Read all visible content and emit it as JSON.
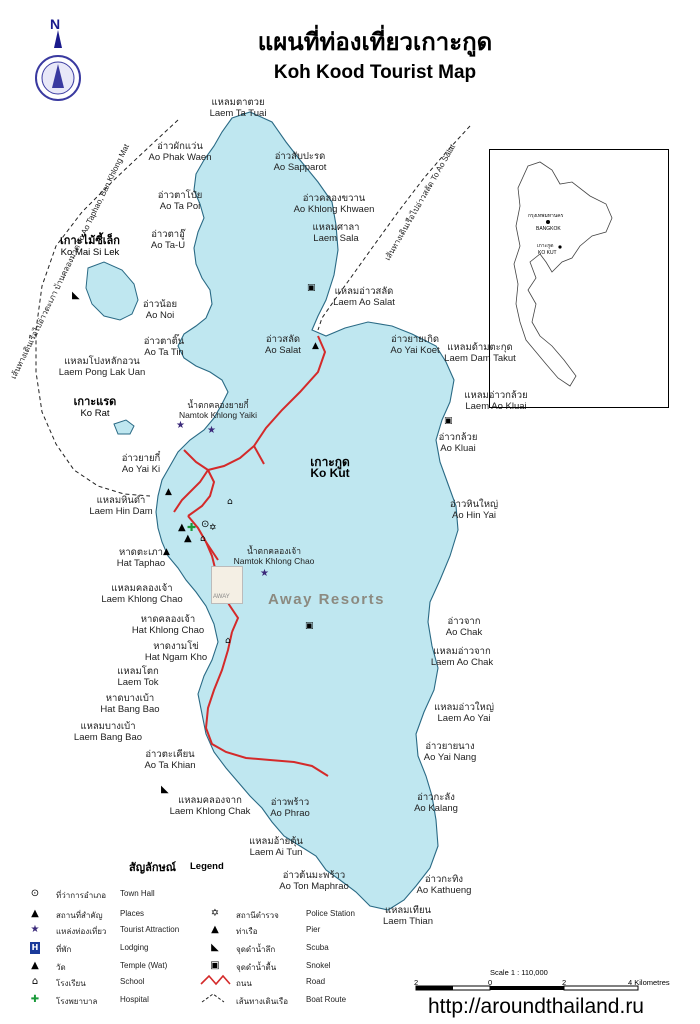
{
  "header": {
    "title_th": "แผนที่ท่องเที่ยวเกาะกูด",
    "title_en": "Koh Kood Tourist Map"
  },
  "compass": {
    "north_label": "N",
    "icon": "compass-emblem-icon"
  },
  "colors": {
    "sea": "#ffffff",
    "land": "#bfe7f0",
    "coast": "#2a6a85",
    "road": "#d42a2a",
    "boat_route": "#222222"
  },
  "islands": [
    {
      "th": "เกาะกูด",
      "en": "Ko Kut"
    },
    {
      "th": "เกาะไม้ซี้เล็ก",
      "en": "Ko Mai Si Lek"
    },
    {
      "th": "เกาะแรด",
      "en": "Ko Rat"
    }
  ],
  "places_left": [
    {
      "th": "แหลมตาตวย",
      "en": "Laem Ta Tuai"
    },
    {
      "th": "อ่าวผักแว่น",
      "en": "Ao Phak Waen"
    },
    {
      "th": "อ่าวตาโป๋ย",
      "en": "Ao Ta Poi"
    },
    {
      "th": "อ่าวตาอู๊",
      "en": "Ao Ta-U"
    },
    {
      "th": "อ่าวน้อย",
      "en": "Ao Noi"
    },
    {
      "th": "อ่าวตาติ๊น",
      "en": "Ao Ta Tin"
    },
    {
      "th": "แหลมโปงหลักอวน",
      "en": "Laem Pong Lak Uan"
    },
    {
      "th": "อ่าวยายกี๋",
      "en": "Ao Yai Ki"
    },
    {
      "th": "แหลมหินดำ",
      "en": "Laem Hin Dam"
    },
    {
      "th": "หาดตะเภา",
      "en": "Hat Taphao"
    },
    {
      "th": "แหลมคลองเจ้า",
      "en": "Laem Khlong Chao"
    },
    {
      "th": "หาดคลองเจ้า",
      "en": "Hat Khlong Chao"
    },
    {
      "th": "หาดงามโข่",
      "en": "Hat Ngam Kho"
    },
    {
      "th": "แหลมโตก",
      "en": "Laem Tok"
    },
    {
      "th": "หาดบางเบ้า",
      "en": "Hat Bang Bao"
    },
    {
      "th": "แหลมบางเบ้า",
      "en": "Laem Bang Bao"
    },
    {
      "th": "อ่าวตะเคียน",
      "en": "Ao Ta Khian"
    },
    {
      "th": "แหลมคลองจาก",
      "en": "Laem Khlong Chak"
    },
    {
      "th": "อ่าวพร้าว",
      "en": "Ao Phrao"
    },
    {
      "th": "แหลมอ้ายตุ้น",
      "en": "Laem Ai Tun"
    },
    {
      "th": "อ่าวต้นมะพร้าว",
      "en": "Ao Ton Maphrao"
    }
  ],
  "places_right": [
    {
      "th": "อ่าวสับปะรด",
      "en": "Ao Sapparot"
    },
    {
      "th": "อ่าวคลองขวาน",
      "en": "Ao Khlong Khwaen"
    },
    {
      "th": "แหลมศาลา",
      "en": "Laem Sala"
    },
    {
      "th": "แหลมอ่าวสลัด",
      "en": "Laem Ao Salat"
    },
    {
      "th": "อ่าวสลัด",
      "en": "Ao Salat"
    },
    {
      "th": "อ่าวยายเกิด",
      "en": "Ao Yai Koet"
    },
    {
      "th": "แหลมด้ามตะกุด",
      "en": "Laem Dam Takut"
    },
    {
      "th": "แหลมอ่าวกล้วย",
      "en": "Laem Ao Kluai"
    },
    {
      "th": "อ่าวกล้วย",
      "en": "Ao Kluai"
    },
    {
      "th": "อ่าวหินใหญ่",
      "en": "Ao Hin Yai"
    },
    {
      "th": "อ่าวจาก",
      "en": "Ao Chak"
    },
    {
      "th": "แหลมอ่าวจาก",
      "en": "Laem Ao Chak"
    },
    {
      "th": "แหลมอ่าวใหญ่",
      "en": "Laem Ao Yai"
    },
    {
      "th": "อ่าวยายนาง",
      "en": "Ao Yai Nang"
    },
    {
      "th": "อ่าวกะลัง",
      "en": "Ao Kalang"
    },
    {
      "th": "อ่าวกะทิง",
      "en": "Ao Kathueng"
    },
    {
      "th": "แหลมเทียน",
      "en": "Laem Thian"
    }
  ],
  "waterfalls": [
    {
      "th": "น้ำตกคลองยายกี๋",
      "en": "Namtok Khlong Yaiki"
    },
    {
      "th": "น้ำตกคลองเจ้า",
      "en": "Namtok Khlong Chao"
    }
  ],
  "resort": {
    "name": "Away Resorts",
    "logo_text": "AWAY"
  },
  "routes": {
    "left": "เส้นทางเดินเรือไปอ่าวตะเภา บ้านคลองมาด  To Ao Taphao, Ban Khlong Mat",
    "right": "เส้นทางเดินเรือไปอ่าวสลัด To Ao Salat"
  },
  "inset": {
    "bangkok_th": "กรุงเทพมหานคร",
    "bangkok_en": "BANGKOK",
    "kokut_th": "เกาะกูด",
    "kokut_en": "KO KUT"
  },
  "legend": {
    "title_th": "สัญลักษณ์",
    "title_en": "Legend",
    "left": [
      {
        "icon": "town-hall-icon",
        "glyph": "⊙",
        "color": "#000000",
        "th": "ที่ว่าการอำเภอ",
        "en": "Town Hall"
      },
      {
        "icon": "place-icon",
        "glyph": "▲",
        "color": "#000000",
        "th": "สถานที่สำคัญ",
        "en": "Places"
      },
      {
        "icon": "tourist-attraction-icon",
        "glyph": "★",
        "color": "#3b2a7a",
        "th": "แหล่งท่องเที่ยว",
        "en": "Tourist Attraction"
      },
      {
        "icon": "lodging-icon",
        "glyph": "H",
        "color": "#1a3a9a",
        "th": "ที่พัก",
        "en": "Lodging"
      },
      {
        "icon": "temple-icon",
        "glyph": "▲",
        "color": "#000000",
        "th": "วัด",
        "en": "Temple (Wat)"
      },
      {
        "icon": "school-icon",
        "glyph": "⌂",
        "color": "#000000",
        "th": "โรงเรียน",
        "en": "School"
      },
      {
        "icon": "hospital-icon",
        "glyph": "✚",
        "color": "#1a9a3a",
        "th": "โรงพยาบาล",
        "en": "Hospital"
      }
    ],
    "right": [
      {
        "icon": "police-station-icon",
        "glyph": "✡",
        "color": "#000000",
        "th": "สถานีตำรวจ",
        "en": "Police Station"
      },
      {
        "icon": "pier-icon",
        "glyph": "▲",
        "color": "#000000",
        "th": "ท่าเรือ",
        "en": "Pier"
      },
      {
        "icon": "scuba-icon",
        "glyph": "◣",
        "color": "#000000",
        "th": "จุดดำน้ำลึก",
        "en": "Scuba"
      },
      {
        "icon": "snorkel-icon",
        "glyph": "▣",
        "color": "#000000",
        "th": "จุดดำน้ำตื้น",
        "en": "Snokel"
      },
      {
        "icon": "road-icon",
        "glyph": "",
        "color": "#d42a2a",
        "th": "ถนน",
        "en": "Road"
      },
      {
        "icon": "boat-route-icon",
        "glyph": "",
        "color": "#222222",
        "th": "เส้นทางเดินเรือ",
        "en": "Boat Route"
      }
    ]
  },
  "scale": {
    "label": "Scale 1 : 110,000",
    "ticks": [
      "2",
      "0",
      "2",
      "4 Kilometres"
    ]
  },
  "watermark": {
    "url": "http://aroundthailand.ru"
  }
}
